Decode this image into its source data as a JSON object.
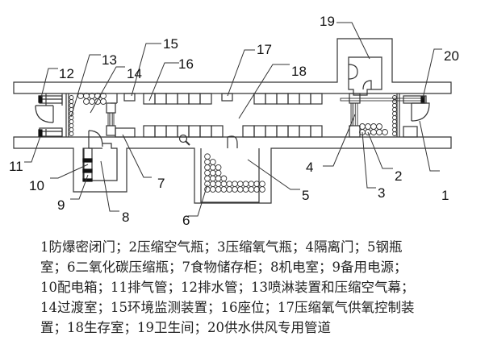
{
  "diagram": {
    "labels": [
      {
        "id": "1",
        "text": "1"
      },
      {
        "id": "2",
        "text": "2"
      },
      {
        "id": "3",
        "text": "3"
      },
      {
        "id": "4",
        "text": "4"
      },
      {
        "id": "5",
        "text": "5"
      },
      {
        "id": "6",
        "text": "6"
      },
      {
        "id": "7",
        "text": "7"
      },
      {
        "id": "8",
        "text": "8"
      },
      {
        "id": "9",
        "text": "9"
      },
      {
        "id": "10",
        "text": "10"
      },
      {
        "id": "11",
        "text": "11"
      },
      {
        "id": "12",
        "text": "12"
      },
      {
        "id": "13",
        "text": "13"
      },
      {
        "id": "14",
        "text": "14"
      },
      {
        "id": "15",
        "text": "15"
      },
      {
        "id": "16",
        "text": "16"
      },
      {
        "id": "17",
        "text": "17"
      },
      {
        "id": "18",
        "text": "18"
      },
      {
        "id": "19",
        "text": "19"
      },
      {
        "id": "20",
        "text": "20"
      }
    ]
  },
  "legend": {
    "lines": [
      "1防爆密闭门；2压缩空气瓶；3压缩氧气瓶；4隔离门；5钢瓶",
      "室；6二氧化碳压缩瓶；7食物储存柜；8机电室；9备用电源；",
      "10配电箱；11排气管；12排水管；13喷淋装置和压缩空气幕；",
      "14过渡室；15环境监测装置；16座位；17压缩氧气供氧控制装",
      "置；18生存室；19卫生间；20供水供风专用管道"
    ],
    "items": [
      {
        "num": "1",
        "name": "防爆密闭门"
      },
      {
        "num": "2",
        "name": "压缩空气瓶"
      },
      {
        "num": "3",
        "name": "压缩氧气瓶"
      },
      {
        "num": "4",
        "name": "隔离门"
      },
      {
        "num": "5",
        "name": "钢瓶室"
      },
      {
        "num": "6",
        "name": "二氧化碳压缩瓶"
      },
      {
        "num": "7",
        "name": "食物储存柜"
      },
      {
        "num": "8",
        "name": "机电室"
      },
      {
        "num": "9",
        "name": "备用电源"
      },
      {
        "num": "10",
        "name": "配电箱"
      },
      {
        "num": "11",
        "name": "排气管"
      },
      {
        "num": "12",
        "name": "排水管"
      },
      {
        "num": "13",
        "name": "喷淋装置和压缩空气幕"
      },
      {
        "num": "14",
        "name": "过渡室"
      },
      {
        "num": "15",
        "name": "环境监测装置"
      },
      {
        "num": "16",
        "name": "座位"
      },
      {
        "num": "17",
        "name": "压缩氧气供氧控制装置"
      },
      {
        "num": "18",
        "name": "生存室"
      },
      {
        "num": "19",
        "name": "卫生间"
      },
      {
        "num": "20",
        "name": "供水供风专用管道"
      }
    ]
  }
}
